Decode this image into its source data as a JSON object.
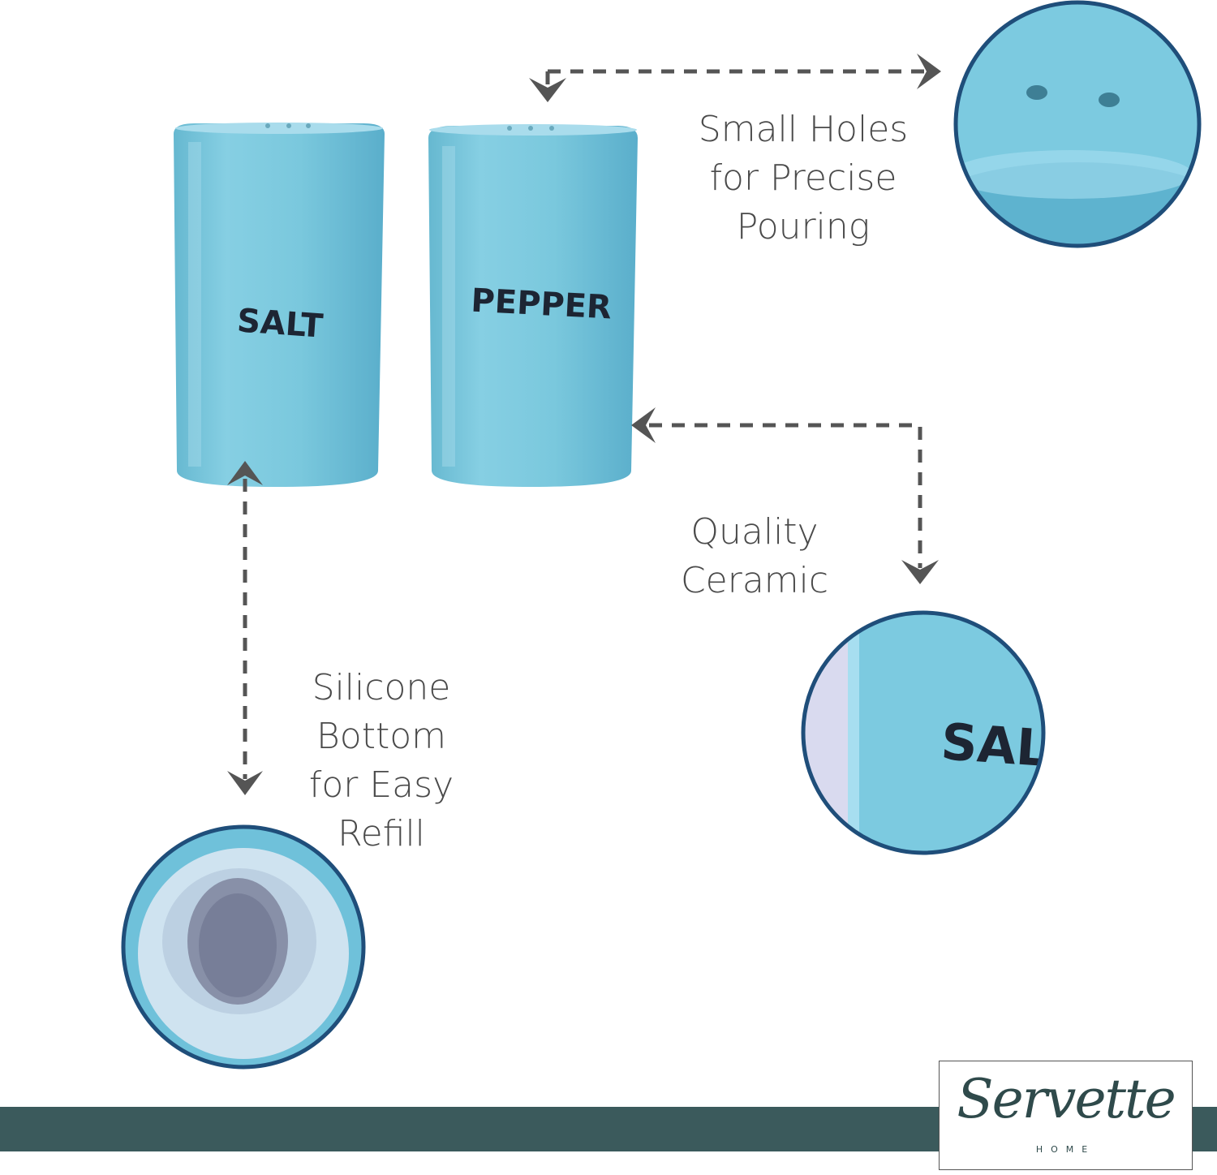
{
  "callouts": {
    "holes": [
      "Small Holes",
      "for Precise",
      "Pouring"
    ],
    "ceramic": [
      "Quality",
      "Ceramic"
    ],
    "silicone": [
      "Silicone",
      "Bottom",
      "for Easy",
      "Refill"
    ]
  },
  "shakers": {
    "salt_label": "SALT",
    "pepper_label": "PEPPER",
    "zoom_label": "SAL"
  },
  "brand": {
    "name": "Servette",
    "sub": "HOME"
  },
  "colors": {
    "shaker": "#77c6dc",
    "shaker_light": "#9ad6e6",
    "circle_border": "#1f4e7a",
    "arrow": "#555555",
    "band": "#3b5a5c"
  }
}
